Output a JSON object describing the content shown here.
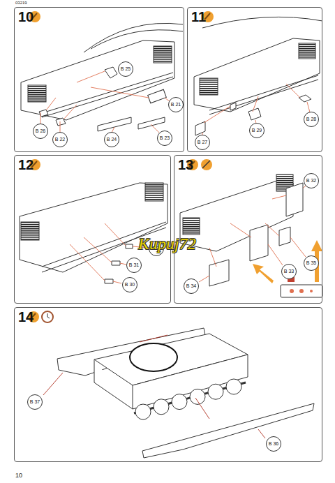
{
  "diagram": {
    "nodes": [
      {
        "text": [
          "10"
        ]
      },
      {
        "text": [
          "B 25"
        ],
        "in": 0
      },
      {
        "text": [
          "B 21"
        ],
        "in": 0
      },
      {
        "text": [
          "B 26"
        ],
        "in": 0
      },
      {
        "text": [
          "B 22"
        ],
        "in": 0
      },
      {
        "text": [
          "B 24"
        ],
        "in": 0
      },
      {
        "text": [
          "B 23"
        ],
        "in": 0
      },
      {
        "text": [
          "11"
        ]
      },
      {
        "text": [
          "B 28"
        ],
        "in": 7
      },
      {
        "text": [
          "B 29"
        ],
        "in": 7
      },
      {
        "text": [
          "B 27"
        ],
        "in": 7
      },
      {
        "text": [
          "12"
        ]
      },
      {
        "text": [
          "B 30"
        ],
        "in": 11
      },
      {
        "text": [
          "B 31"
        ],
        "in": 11
      },
      {
        "text": [
          "B 30"
        ],
        "in": 11
      },
      {
        "text": [
          "13"
        ]
      },
      {
        "text": [
          "B 32"
        ],
        "in": 15
      },
      {
        "text": [
          "B 35"
        ],
        "in": 15
      },
      {
        "text": [
          "B 33"
        ],
        "in": 15
      },
      {
        "text": [
          "B 34"
        ],
        "in": 15
      },
      {
        "text": [
          "14"
        ]
      },
      {
        "text": [
          "B 37"
        ],
        "in": 20
      },
      {
        "text": [
          "B 36"
        ],
        "in": 20
      }
    ],
    "labels": [
      "03219",
      "10",
      "Kupuj72"
    ]
  }
}
